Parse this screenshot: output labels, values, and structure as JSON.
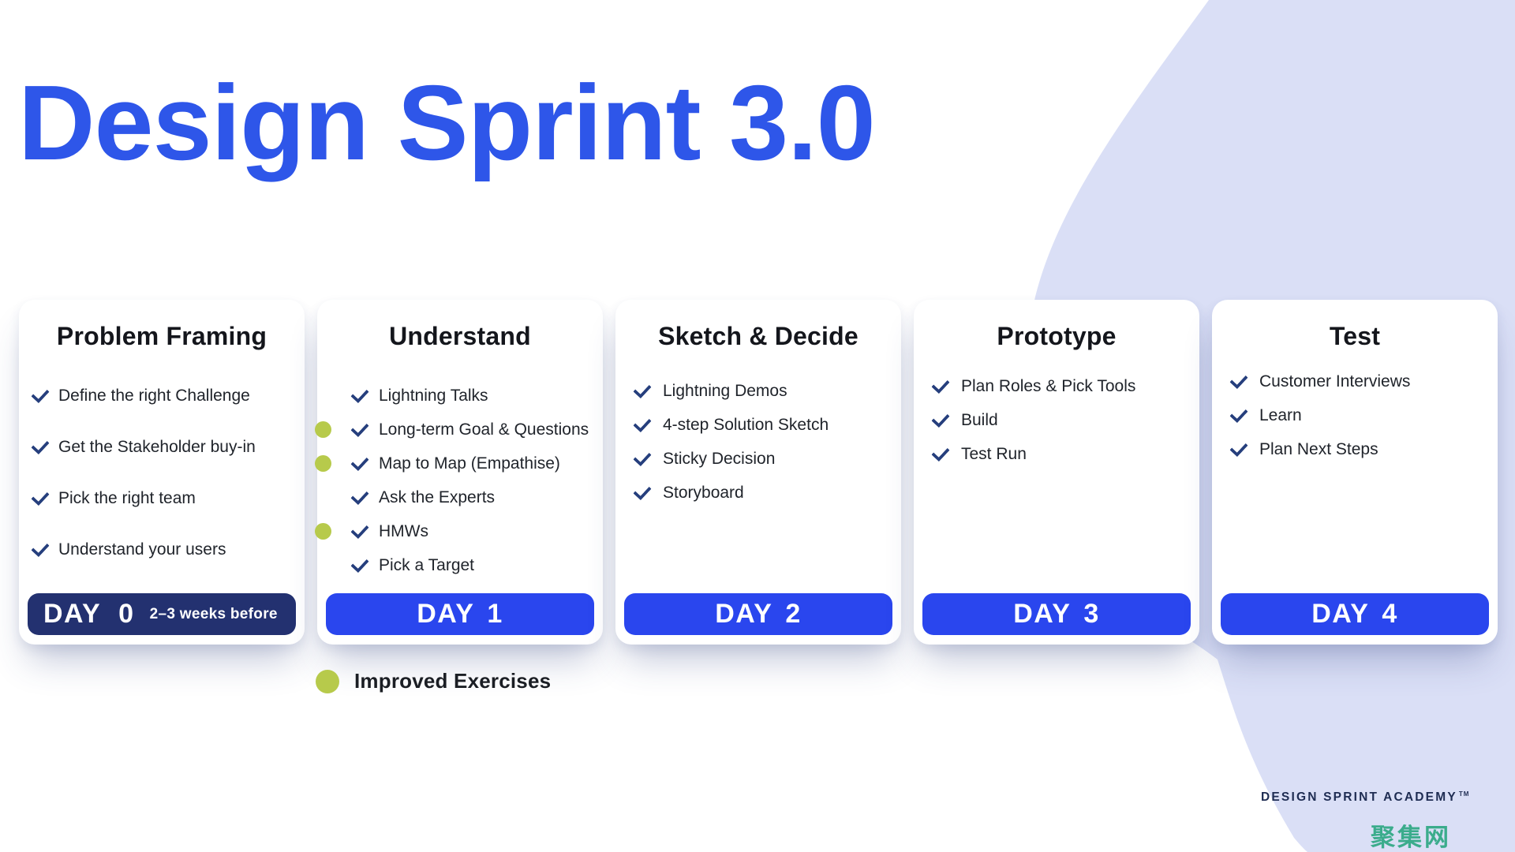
{
  "title": "Design Sprint 3.0",
  "cards": [
    {
      "title": "Problem Framing",
      "items": [
        "Define the right Challenge",
        "Get the Stakeholder buy-in",
        "Pick the right team",
        "Understand your users"
      ],
      "day_label": "DAY",
      "day_number": "0",
      "day_note": "2–3 weeks before"
    },
    {
      "title": "Understand",
      "items": [
        "Lightning Talks",
        "Long-term Goal & Questions",
        "Map to Map (Empathise)",
        "Ask the Experts",
        "HMWs",
        "Pick a Target"
      ],
      "improved_item_indexes": [
        1,
        2,
        4
      ],
      "day_label": "DAY",
      "day_number": "1"
    },
    {
      "title": "Sketch & Decide",
      "items": [
        "Lightning Demos",
        "4-step Solution Sketch",
        "Sticky Decision",
        "Storyboard"
      ],
      "day_label": "DAY",
      "day_number": "2"
    },
    {
      "title": "Prototype",
      "items": [
        "Plan Roles & Pick Tools",
        "Build",
        "Test Run"
      ],
      "day_label": "DAY",
      "day_number": "3"
    },
    {
      "title": "Test",
      "items": [
        "Customer Interviews",
        "Learn",
        "Plan Next Steps"
      ],
      "day_label": "DAY",
      "day_number": "4"
    }
  ],
  "legend": {
    "label": "Improved Exercises"
  },
  "footer": {
    "brand": "DESIGN SPRINT ACADEMY",
    "trademark": "TM",
    "watermark": "聚集网"
  },
  "colors": {
    "title_blue": "#2e56e9",
    "day_badge_blue": "#2a46ee",
    "day_badge_navy": "#233170",
    "checkmark_navy": "#263f7d",
    "improved_green": "#b7ca4b",
    "background_circle_lavender": "#dadff6",
    "watermark_teal": "#3bac8c",
    "text_dark": "#20242b"
  }
}
